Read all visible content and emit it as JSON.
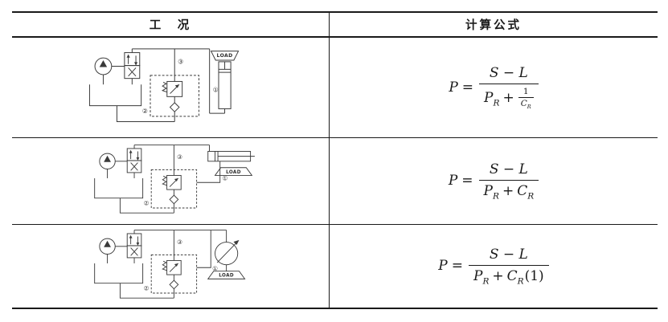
{
  "page": {
    "background": "#ffffff",
    "line_color": "#1a1a1a"
  },
  "table": {
    "header": {
      "condition": "工　况",
      "formula": "计算公式"
    }
  },
  "rows": [
    {
      "diagram": {
        "kind": "pump-valve-relief-circuit-with-vertical-load-cylinder",
        "load_label": "LOAD",
        "mark1": "①",
        "mark2": "②",
        "mark3": "③"
      },
      "formula": {
        "lhs": "P",
        "eq": "=",
        "numerator": "S − L",
        "den_base": "P",
        "den_sub": "R",
        "plus": "+",
        "inner_num": "1",
        "inner_den_base": "C",
        "inner_den_sub": "R"
      }
    },
    {
      "diagram": {
        "kind": "pump-valve-relief-circuit-with-horizontal-load-cylinder",
        "load_label": "LOAD",
        "mark1": "①",
        "mark2": "②",
        "mark3": "③"
      },
      "formula": {
        "lhs": "P",
        "eq": "=",
        "numerator": "S − L",
        "den_base": "P",
        "den_sub": "R",
        "plus": "+",
        "c_base": "C",
        "c_sub": "R"
      }
    },
    {
      "diagram": {
        "kind": "pump-valve-relief-circuit-with-hydraulic-motor-load",
        "load_label": "LOAD",
        "mark1": "①",
        "mark2": "②",
        "mark3": "③"
      },
      "formula": {
        "lhs": "P",
        "eq": "=",
        "numerator": "S − L",
        "den_base": "P",
        "den_sub": "R",
        "plus": "+",
        "c_base": "C",
        "c_sub": "R",
        "paren": "(1)"
      }
    }
  ]
}
